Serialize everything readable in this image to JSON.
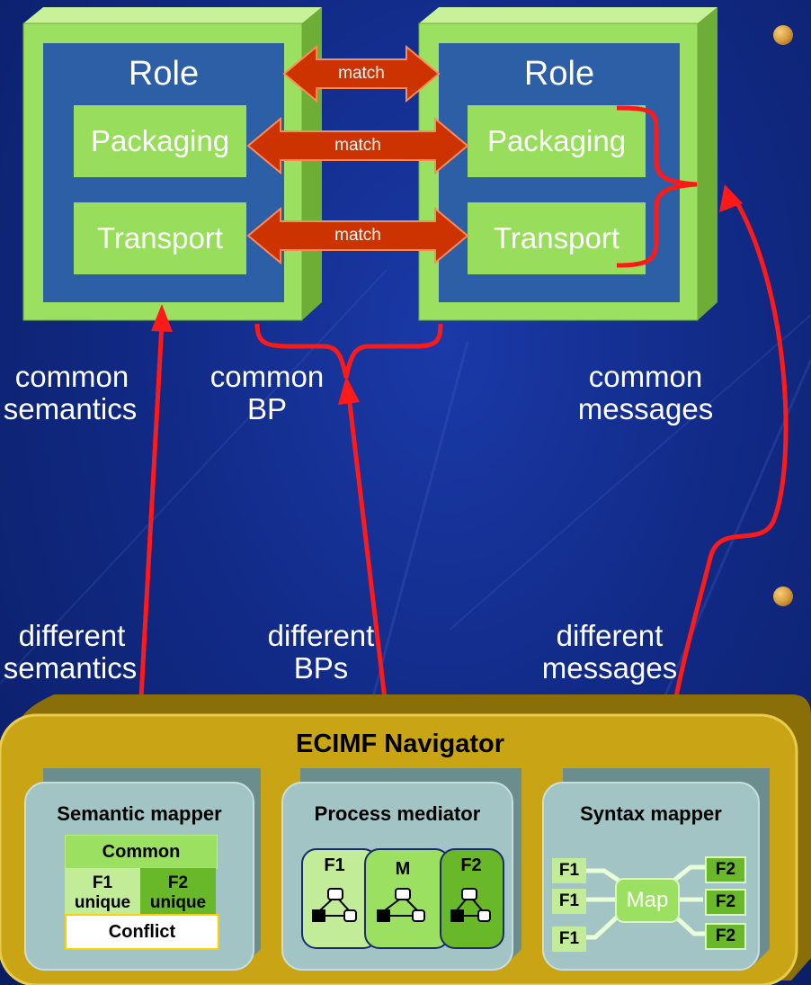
{
  "left_role": {
    "title": "Role",
    "packaging": "Packaging",
    "transport": "Transport"
  },
  "right_role": {
    "title": "Role",
    "packaging": "Packaging",
    "transport": "Transport"
  },
  "match_arrows": [
    "match",
    "match",
    "match"
  ],
  "common_labels": {
    "semantics": [
      "common",
      "semantics"
    ],
    "bp": [
      "common",
      "BP"
    ],
    "messages": [
      "common",
      "messages"
    ]
  },
  "different_labels": {
    "semantics": [
      "different",
      "semantics"
    ],
    "bps": [
      "different",
      "BPs"
    ],
    "messages": [
      "different",
      "messages"
    ]
  },
  "navigator": {
    "title": "ECIMF Navigator",
    "semantic_mapper": {
      "title": "Semantic mapper",
      "common": "Common",
      "f1_unique": [
        "F1",
        "unique"
      ],
      "f2_unique": [
        "F2",
        "unique"
      ],
      "conflict": "Conflict"
    },
    "process_mediator": {
      "title": "Process mediator",
      "columns": [
        "F1",
        "M",
        "F2"
      ]
    },
    "syntax_mapper": {
      "title": "Syntax mapper",
      "left": [
        "F1",
        "F1",
        "F1"
      ],
      "center": "Map",
      "right": [
        "F2",
        "F2",
        "F2"
      ]
    }
  },
  "colors": {
    "background": "#112a86",
    "frame_green": "#9be060",
    "role_blue": "#2d5fa6",
    "box_green": "#99dd5c",
    "arrow_red": "#ff1a1a",
    "match_arrow": "#cc3300",
    "navigator_gold": "#c9a515",
    "panel_gray": "#a3c4c4"
  }
}
